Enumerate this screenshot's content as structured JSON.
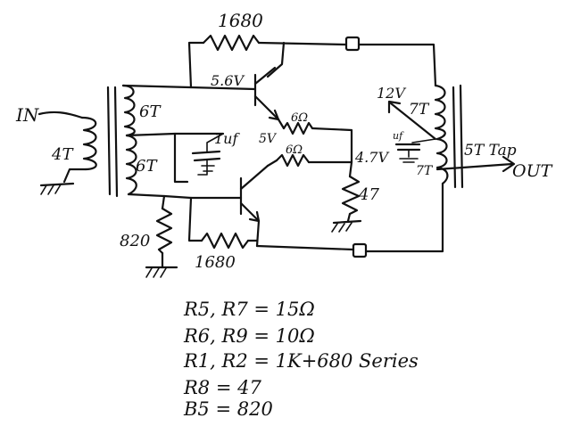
{
  "schematic": {
    "input_label": "IN",
    "output_label": "OUT",
    "input_coil_turns": "4T",
    "primary_top_turns": "6T",
    "primary_bottom_turns": "6T",
    "secondary_top_turns": "7T",
    "secondary_bottom_turns": "7T",
    "top_resistor": "1680",
    "bottom_resistor": "1680",
    "bias_resistor": "820",
    "emitter_resistor": "47",
    "upper_base_resistor": "6Ω",
    "lower_base_resistor": "6Ω",
    "cap_label": "1uf",
    "bypass_cap_label": "uf",
    "voltage_top_base": "5.6V",
    "voltage_mid": "5V",
    "voltage_emitter": "4.7V",
    "voltage_supply": "12V",
    "tap_label": "5T Tap"
  },
  "notes": [
    "R5, R7 = 15Ω",
    "R6, R9 = 10Ω",
    "R1, R2 = 1K+680 Series",
    "R8 = 47",
    "B5 = 820"
  ]
}
